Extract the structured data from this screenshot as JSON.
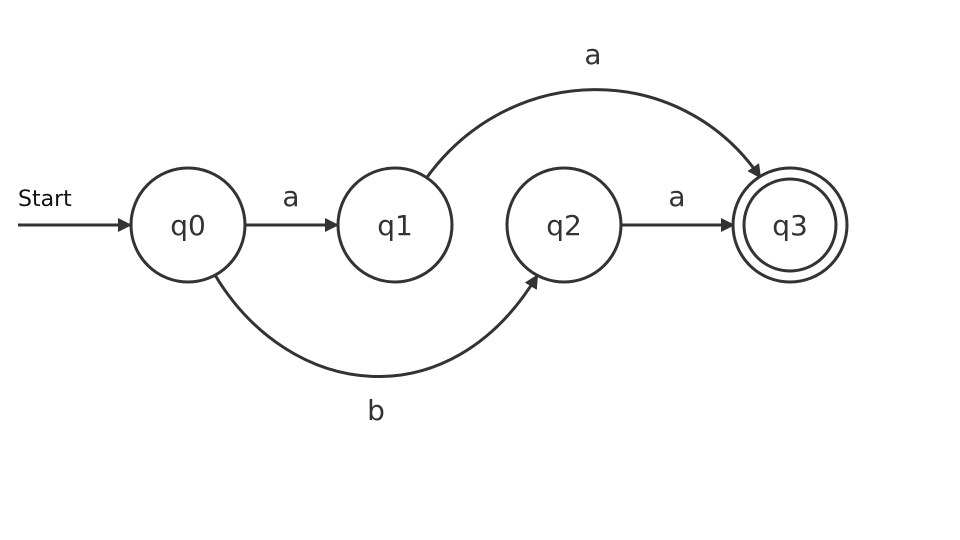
{
  "diagram": {
    "start_label": "Start",
    "states": [
      {
        "id": "q0",
        "label": "q0",
        "accepting": false
      },
      {
        "id": "q1",
        "label": "q1",
        "accepting": false
      },
      {
        "id": "q2",
        "label": "q2",
        "accepting": false
      },
      {
        "id": "q3",
        "label": "q3",
        "accepting": true
      }
    ],
    "transitions": [
      {
        "from": "q0",
        "to": "q1",
        "label": "a"
      },
      {
        "from": "q1",
        "to": "q3",
        "label": "a"
      },
      {
        "from": "q0",
        "to": "q2",
        "label": "b"
      },
      {
        "from": "q2",
        "to": "q3",
        "label": "a"
      }
    ],
    "colors": {
      "stroke": "#333333",
      "background": "#ffffff"
    }
  }
}
